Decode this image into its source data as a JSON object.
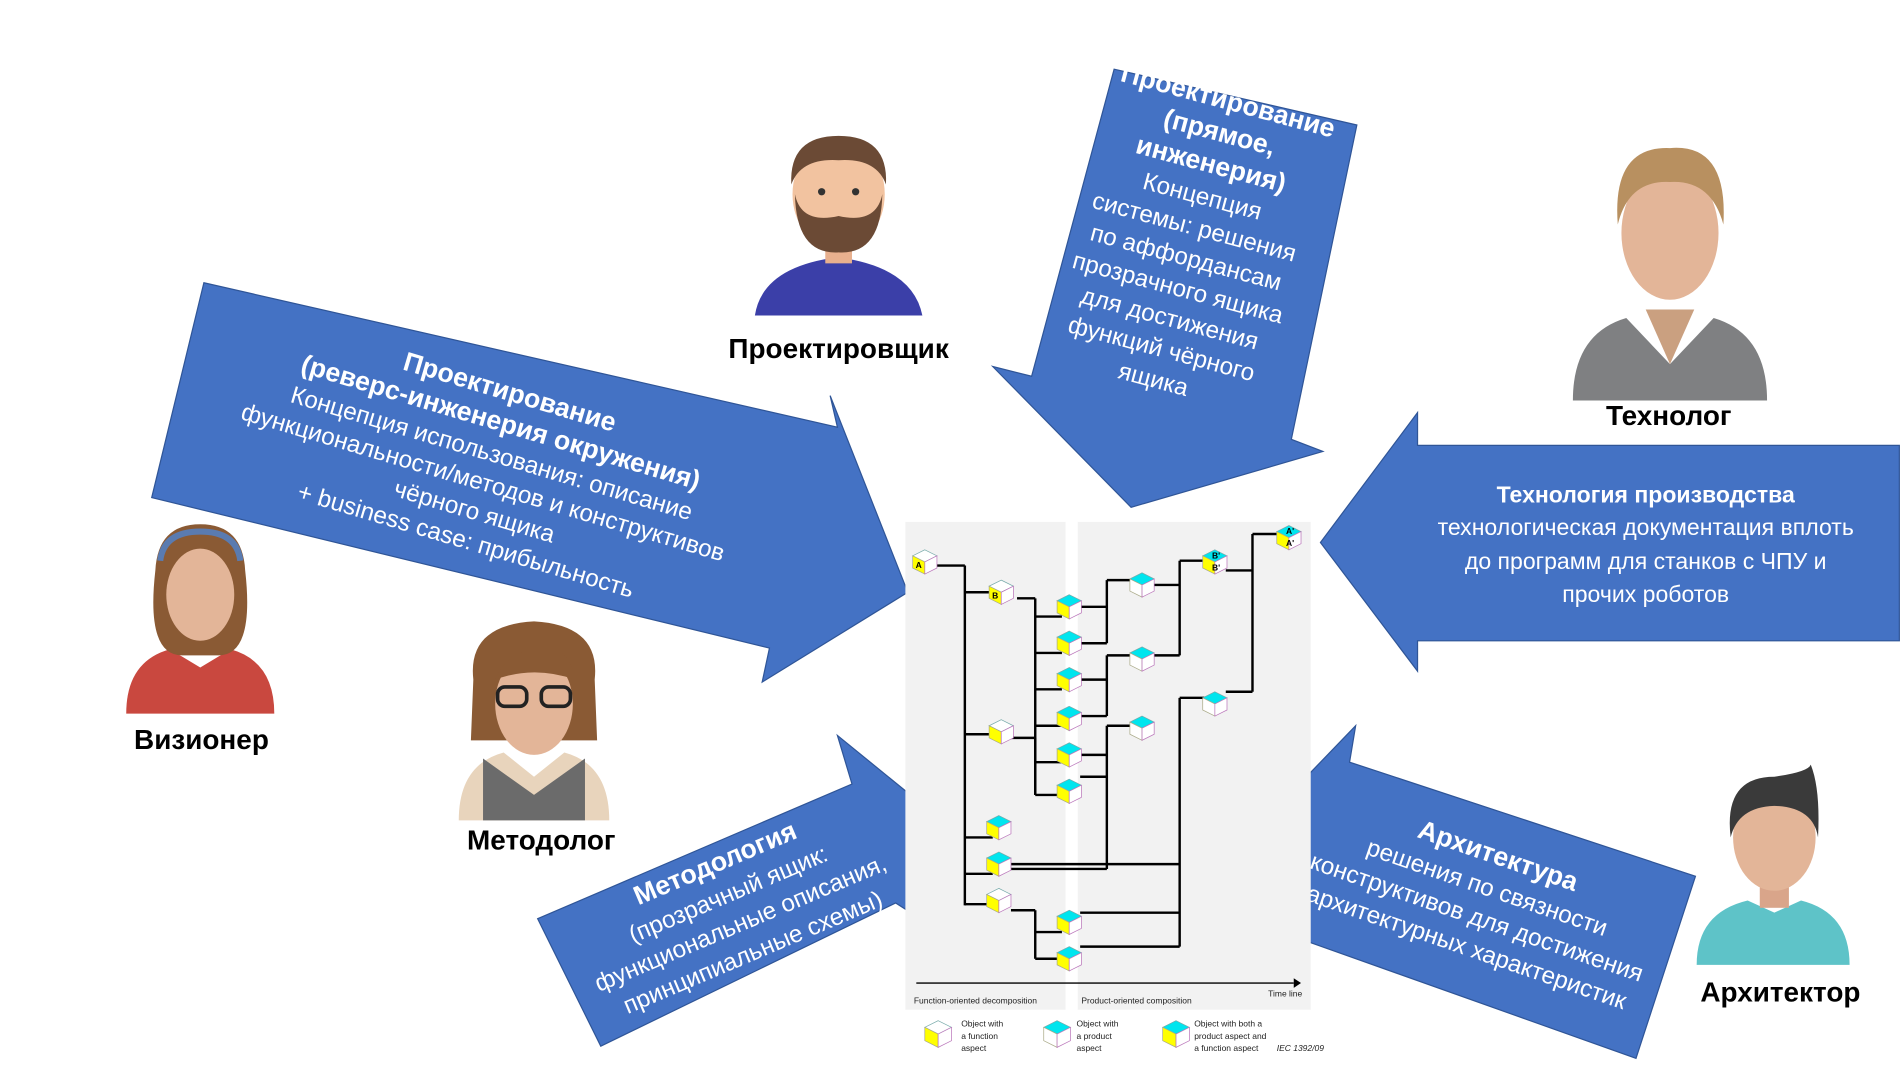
{
  "colors": {
    "arrow": "#4472c4",
    "panel": "#f2f2f2",
    "cube_function": "#ffff00",
    "cube_product": "#00e5ee"
  },
  "arrows": {
    "reverse": {
      "lines": [
        "Проектирование",
        "(реверс-инженерия окружения)",
        "Концепция использования: описание",
        "функциональности/методов и конструктивов",
        "чёрного ящика",
        "+ business case: прибыльность"
      ]
    },
    "forward": {
      "lines": [
        "Проектирование",
        "(прямое,",
        "инженерия)",
        "Концепция",
        "системы: решения",
        "по аффордансам",
        "прозрачного ящика",
        "для достижения",
        "функций чёрного",
        "ящика"
      ]
    },
    "technology": {
      "lines": [
        "Технология производства",
        "технологическая документация вплоть",
        "до программ для станков с ЧПУ и",
        "прочих роботов"
      ]
    },
    "methodology": {
      "lines": [
        "Методология",
        "(прозрачный ящик:",
        "функциональные описания,",
        "принципиальные схемы)"
      ]
    },
    "architecture": {
      "lines": [
        "Архитектура",
        "решения по связности",
        "конструктивов для достижения",
        "архитектурных характеристик"
      ]
    }
  },
  "roles": {
    "designer": "Проектировщик",
    "technologist": "Технолог",
    "visionary": "Визионер",
    "methodologist": "Методолог",
    "architect": "Архитектор"
  },
  "diagram": {
    "cube_labels": {
      "a": "A",
      "b": "B",
      "b2": "B'",
      "a2": "A'"
    },
    "left_panel": "Function-oriented decomposition",
    "right_panel": "Product-oriented composition",
    "timeline": "Time line",
    "legend": [
      {
        "type": "function",
        "lines": [
          "Object with",
          "a function",
          "aspect"
        ]
      },
      {
        "type": "product",
        "lines": [
          "Object with",
          "a product",
          "aspect"
        ]
      },
      {
        "type": "both",
        "lines": [
          "Object with both a",
          "product aspect and",
          "a function aspect"
        ]
      }
    ],
    "source": "IEC   1392/09"
  }
}
